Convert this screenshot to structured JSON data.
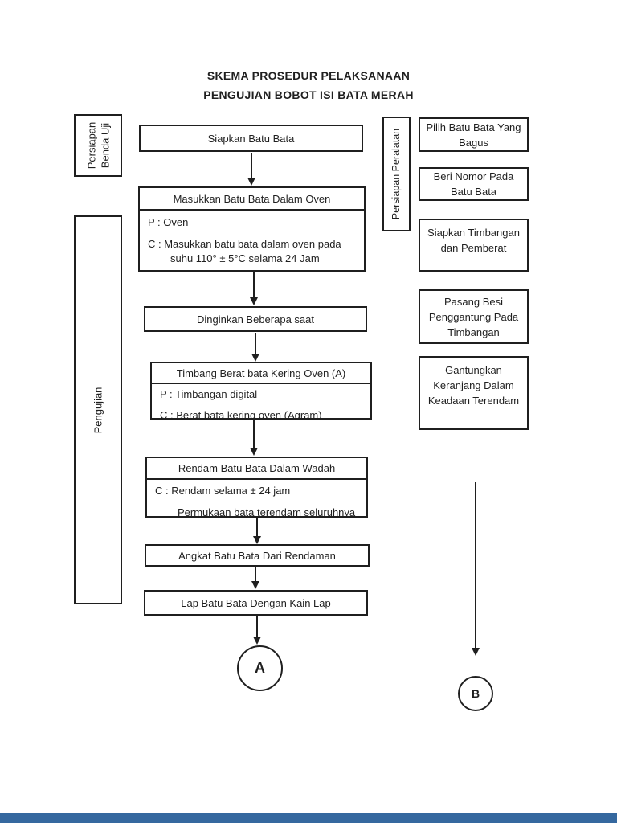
{
  "page": {
    "title_line1": "SKEMA PROSEDUR PELAKSANAAN",
    "title_line2": "PENGUJIAN BOBOT ISI BATA MERAH"
  },
  "sections": {
    "left_top": "Persiapan\nBenda Uji",
    "left_main": "Pengujian",
    "right": "Persiapan Peralatan"
  },
  "flow": {
    "step1": {
      "title": "Siapkan Batu Bata"
    },
    "step2": {
      "title": "Masukkan Batu Bata Dalam Oven",
      "line_p": "P : Oven",
      "line_c": "C : Masukkan batu bata dalam oven pada",
      "line_c2": "suhu 110° ± 5°C selama 24 Jam"
    },
    "step3": {
      "title": "Dinginkan Beberapa saat"
    },
    "step4": {
      "title": "Timbang Berat bata Kering Oven (A)",
      "line_p": "P : Timbangan digital",
      "line_c": "C : Berat bata kering oven (Agram)"
    },
    "step5": {
      "title": "Rendam Batu Bata Dalam Wadah",
      "line_c": "C : Rendam selama ± 24 jam",
      "line_c2": "Permukaan bata terendam seluruhnya"
    },
    "step6": {
      "title": "Angkat Batu Bata Dari Rendaman"
    },
    "step7": {
      "title": "Lap Batu Bata Dengan Kain Lap"
    },
    "connector_a": "A"
  },
  "prep_steps": [
    "Pilih Batu Bata Yang Bagus",
    "Beri Nomor Pada Batu Bata",
    "Siapkan Timbangan dan Pemberat",
    "Pasang Besi Penggantung Pada Timbangan",
    "Gantungkan Keranjang Dalam Keadaan Terendam"
  ],
  "connector_b": "B",
  "colors": {
    "ink": "#1f1f1f",
    "background": "#ffffff",
    "footer_bar": "#35689f"
  }
}
